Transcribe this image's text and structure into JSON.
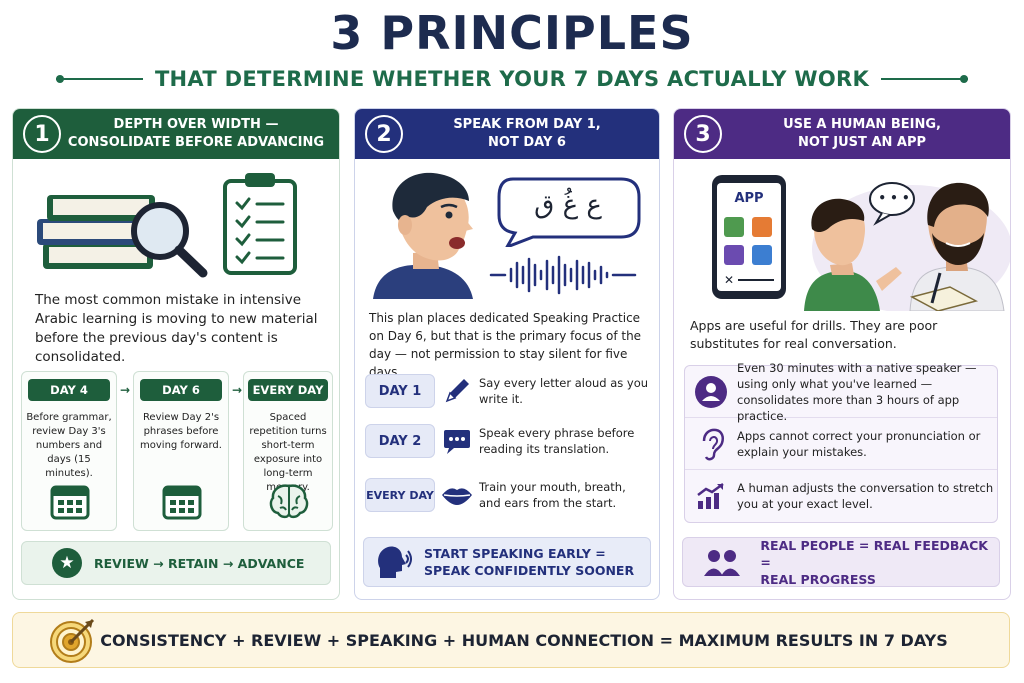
{
  "title": "3 PRINCIPLES",
  "subtitle": "THAT DETERMINE WHETHER YOUR 7 DAYS ACTUALLY WORK",
  "colors": {
    "green": "#1e5e3c",
    "navy": "#23307c",
    "purple": "#4d2b84",
    "gold": "#d9a22c"
  },
  "principle1": {
    "number": "1",
    "heading": "DEPTH OVER WIDTH —",
    "heading2": "CONSOLIDATE BEFORE ADVANCING",
    "body": "The most common mistake in intensive Arabic learning is moving to new material before the previous day's content is consolidated.",
    "days": [
      {
        "tag": "DAY 4",
        "text": "Before grammar, review Day 3's numbers and days (15 minutes)."
      },
      {
        "tag": "DAY 6",
        "text": "Review Day 2's phrases before moving forward."
      },
      {
        "tag": "EVERY DAY",
        "text": "Spaced repetition turns short-term exposure into long-term memory."
      }
    ],
    "arrow": "→",
    "banner": "REVIEW → RETAIN → ADVANCE",
    "icons": [
      "books-icon",
      "magnifier-icon",
      "clipboard-checklist-icon",
      "calendar-icon",
      "brain-icon",
      "star-icon"
    ]
  },
  "principle2": {
    "number": "2",
    "heading": "SPEAK FROM DAY 1,",
    "heading2": "NOT DAY 6",
    "speech_bubble": "ع غُ ق",
    "body": "This plan places dedicated Speaking Practice on Day 6, but that is the primary focus of the day — not permission to stay silent for five days.",
    "rows": [
      {
        "tag": "DAY 1",
        "text": "Say every letter aloud as you write it.",
        "icon": "pen-icon"
      },
      {
        "tag": "DAY 2",
        "text": "Speak every phrase before reading its translation.",
        "icon": "chat-bubble-icon"
      },
      {
        "tag": "EVERY DAY",
        "text": "Train your mouth, breath, and ears from the start.",
        "icon": "lips-icon"
      }
    ],
    "banner_line1": "START SPEAKING EARLY =",
    "banner_line2": "SPEAK CONFIDENTLY SOONER",
    "icons": [
      "speaking-person-icon",
      "speech-bubble-icon",
      "soundwave-icon",
      "speaking-head-icon"
    ]
  },
  "principle3": {
    "number": "3",
    "heading": "USE A HUMAN BEING,",
    "heading2": "NOT JUST AN APP",
    "phone_label": "APP",
    "thought_bubble": "• • •",
    "body": "Apps are useful for drills. They are poor substitutes for real conversation.",
    "points": [
      {
        "text": "Even 30 minutes with a native speaker — using only what you've learned — consolidates more than 3 hours of app practice.",
        "icon": "person-icon"
      },
      {
        "text": "Apps cannot correct your pronunciation or explain your mistakes.",
        "icon": "ear-icon"
      },
      {
        "text": "A human adjusts the conversation to stretch you at your exact level.",
        "icon": "growth-chart-icon"
      }
    ],
    "banner_line1": "REAL PEOPLE = REAL FEEDBACK =",
    "banner_line2": "REAL PROGRESS",
    "icons": [
      "phone-icon",
      "conversation-people-icon",
      "people-group-icon"
    ]
  },
  "footer": {
    "text": "CONSISTENCY + REVIEW + SPEAKING + HUMAN CONNECTION = MAXIMUM RESULTS IN 7 DAYS",
    "icon": "target-arrow-icon"
  }
}
